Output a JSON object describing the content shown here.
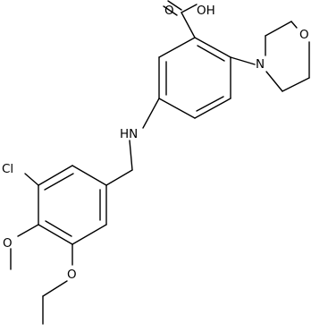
{
  "molecule": {
    "atom_labels": {
      "carboxyl_oxygen": "O",
      "hydroxyl": "OH",
      "morpholine_nitrogen": "N",
      "morpholine_oxygen": "O",
      "amine": "HN",
      "chlorine": "Cl",
      "methoxy_oxygen": "O",
      "ethoxy_oxygen": "O"
    }
  }
}
